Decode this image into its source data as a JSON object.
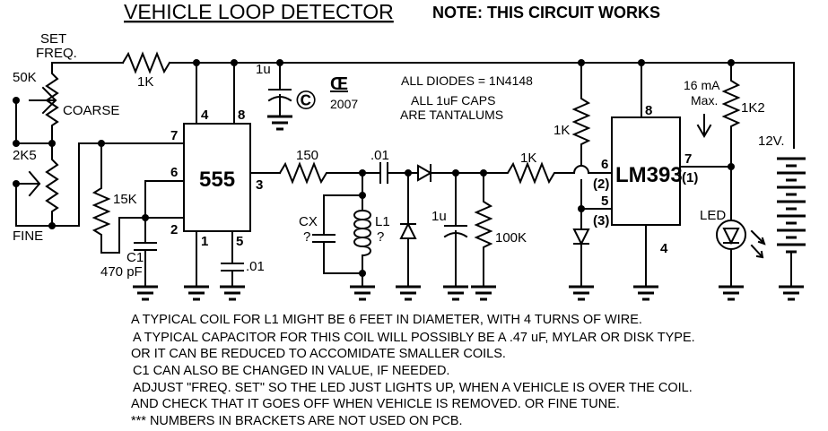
{
  "title": "VEHICLE LOOP DETECTOR",
  "note": "NOTE: THIS CIRCUIT WORKS",
  "labels": {
    "set": "SET",
    "freq": "FREQ.",
    "pot_coarse_value": "50K",
    "pot_coarse_name": "COARSE",
    "pot_fine_value": "2K5",
    "pot_fine_name": "FINE",
    "r_top": "1K",
    "r_15k": "15K",
    "c1_name": "C1",
    "c1_value": "470 pF",
    "c_pin5": ".01",
    "c_supply": "1u",
    "copyright_mark": "©",
    "author_mark": "Œ",
    "year": "2007",
    "ic1": "555",
    "ic2": "LM393",
    "r_150": "150",
    "c_couple": ".01",
    "cx_name": "CX",
    "cx_value": "?",
    "l1_name": "L1",
    "l1_value": "?",
    "c_filter": "1u",
    "r_100k": "100K",
    "r_1k_mid": "1K",
    "r_1k_ref": "1K",
    "current": "16 mA",
    "current_max": "Max.",
    "r_1k2": "1K2",
    "battery": "12V.",
    "led": "LED",
    "diodes_note": "ALL DIODES = 1N4148",
    "caps_note_1": "ALL 1uF CAPS",
    "caps_note_2": "ARE TANTALUMS"
  },
  "pins_555": {
    "p4": "4",
    "p8": "8",
    "p7": "7",
    "p6": "6",
    "p2": "2",
    "p3": "3",
    "p1": "1",
    "p5": "5"
  },
  "pins_393": {
    "p8": "8",
    "p6": "6",
    "p6b": "(2)",
    "p5": "5",
    "p5b": "(3)",
    "p7": "7",
    "p7b": "(1)",
    "p4": "4"
  },
  "footnotes": [
    "A TYPICAL COIL FOR L1 MIGHT BE 6 FEET IN DIAMETER, WITH 4 TURNS OF WIRE.",
    "A TYPICAL CAPACITOR FOR THIS COIL WILL POSSIBLY BE A .47 uF, MYLAR OR DISK TYPE.",
    "OR IT CAN BE REDUCED TO ACCOMIDATE SMALLER COILS.",
    "C1 CAN ALSO BE CHANGED IN VALUE, IF NEEDED.",
    "ADJUST \"FREQ. SET\" SO THE LED JUST LIGHTS UP, WHEN A VEHICLE IS OVER THE COIL.",
    "AND CHECK THAT IT GOES OFF WHEN VEHICLE IS REMOVED.   OR FINE TUNE.",
    "*** NUMBERS IN BRACKETS ARE NOT USED ON PCB."
  ]
}
